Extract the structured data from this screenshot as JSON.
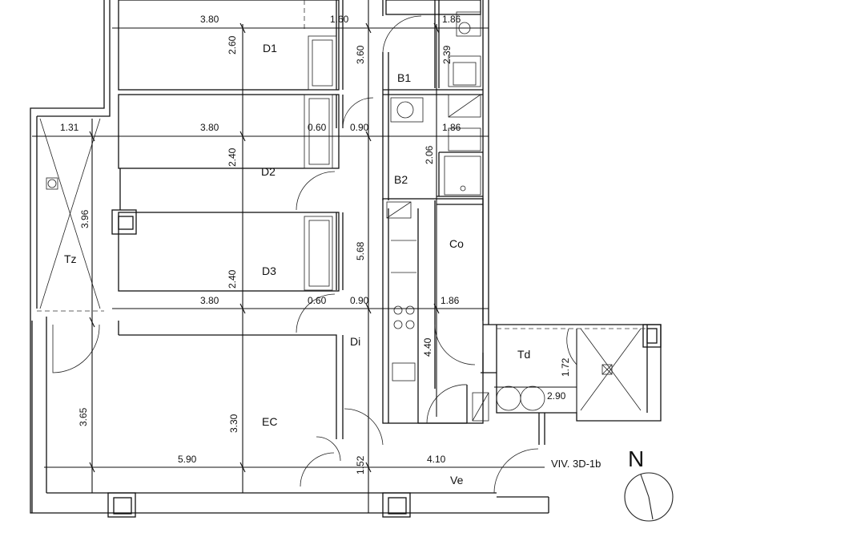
{
  "rooms": {
    "d1": "D1",
    "b1": "B1",
    "d2": "D2",
    "b2": "B2",
    "tz": "Tz",
    "d3": "D3",
    "co": "Co",
    "di": "Di",
    "td": "Td",
    "ec": "EC",
    "ve": "Ve"
  },
  "dims": {
    "top_380": "3.80",
    "top_160": "1.60",
    "top_186": "1.86",
    "d1_260": "2.60",
    "d1_360": "3.60",
    "b1_239": "2.39",
    "tz_131": "1.31",
    "d2_380": "3.80",
    "d2_060": "0.60",
    "d2_090": "0.90",
    "d2_186": "1.86",
    "d2_240": "2.40",
    "b2_206": "2.06",
    "tz_396": "3.96",
    "d3_240": "2.40",
    "di_568": "5.68",
    "mid_380": "3.80",
    "mid_060": "0.60",
    "mid_090": "0.90",
    "mid_186": "1.86",
    "di_440": "4.40",
    "td_172": "1.72",
    "td_290": "2.90",
    "ec_365": "3.65",
    "ec_330": "3.30",
    "ec_590": "5.90",
    "ve_152": "1.52",
    "ve_410": "4.10"
  },
  "unit_label": "VIV. 3D-1b",
  "north_label": "N"
}
